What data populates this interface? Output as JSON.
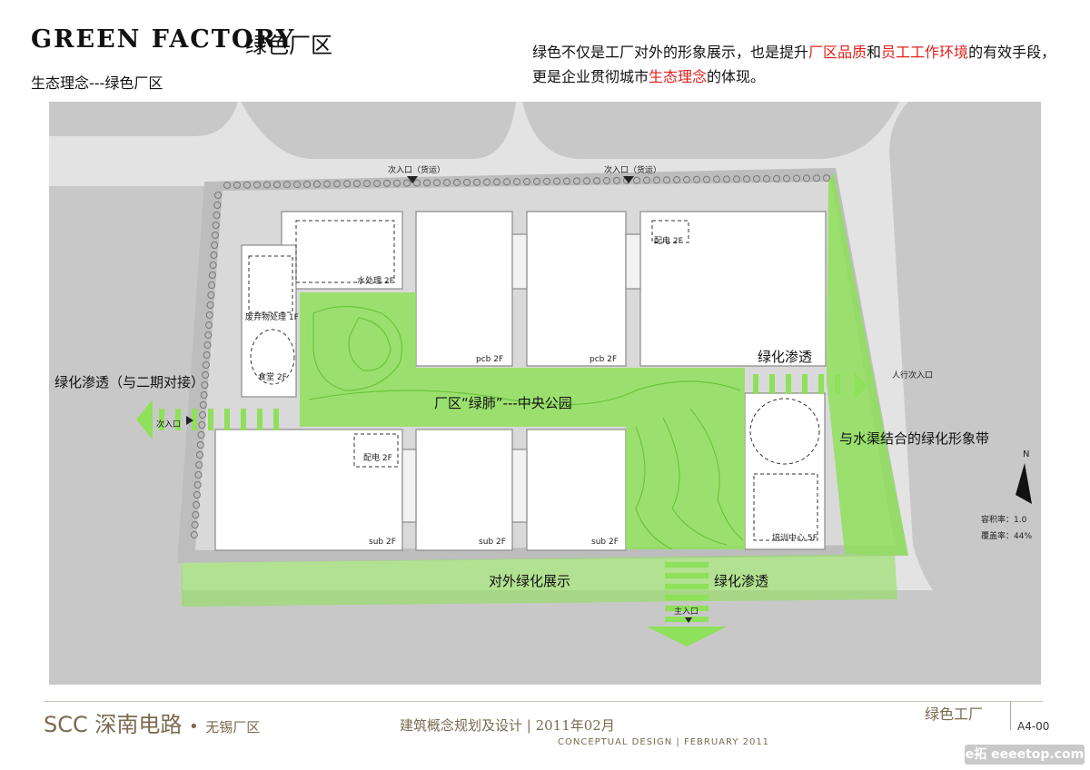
{
  "header": {
    "title_en": "GREEN FACTORY",
    "title_cn": "绿色厂区",
    "subtitle": "生态理念---绿色厂区",
    "desc_parts": [
      {
        "text": "绿色不仅是工厂对外的形象展示，也是提升",
        "hl": false
      },
      {
        "text": "厂区品质",
        "hl": true
      },
      {
        "text": "和",
        "hl": false
      },
      {
        "text": "员工工作环境",
        "hl": true
      },
      {
        "text": "的有效手段，更是企业贯彻城市",
        "hl": false
      },
      {
        "text": "生态理念",
        "hl": true
      },
      {
        "text": "的体现。",
        "hl": false
      }
    ]
  },
  "plan": {
    "entrances": {
      "cargo_left": "次入口（货运）",
      "cargo_right": "次入口（货运）",
      "pedestrian": "人行次入口",
      "west": "次入口",
      "main": "主入口"
    },
    "zone_labels": {
      "green_lung": "厂区“绿肺”---中央公园",
      "penetration_phase2": "绿化渗透（与二期对接）",
      "penetration_east": "绿化渗透",
      "penetration_south": "绿化渗透",
      "canal_belt": "与水渠结合的绿化形象带",
      "external_display": "对外绿化展示"
    },
    "buildings": {
      "water_treatment": "水处理 2F",
      "waste": "废弃物处理 1F",
      "canteen": "食堂 2F",
      "pcb_1": "pcb 2F",
      "pcb_2": "pcb 2F",
      "power_north": "配电 2F",
      "power_south": "配电 2F",
      "sub_1": "sub 2F",
      "sub_2": "sub 2F",
      "sub_3": "sub 2F",
      "training": "培训中心 5F"
    },
    "north": "N",
    "far_label": "容积率：1.0",
    "coverage_label": "覆盖率：44%"
  },
  "footer": {
    "project": "SCC 深南电路",
    "site": "无锡厂区",
    "service": "建筑概念规划及设计 | 2011年02月",
    "service_en": "CONCEPTUAL DESIGN | FEBRUARY 2011",
    "sheet_title": "绿色工厂",
    "sheet_code": "A4-00",
    "watermark": "e拓 eeeetop.com"
  },
  "colors": {
    "green": "#8fe05a",
    "road": "#c8c8c8",
    "ground": "#e6e6e6",
    "accent_red": "#e0201b"
  }
}
